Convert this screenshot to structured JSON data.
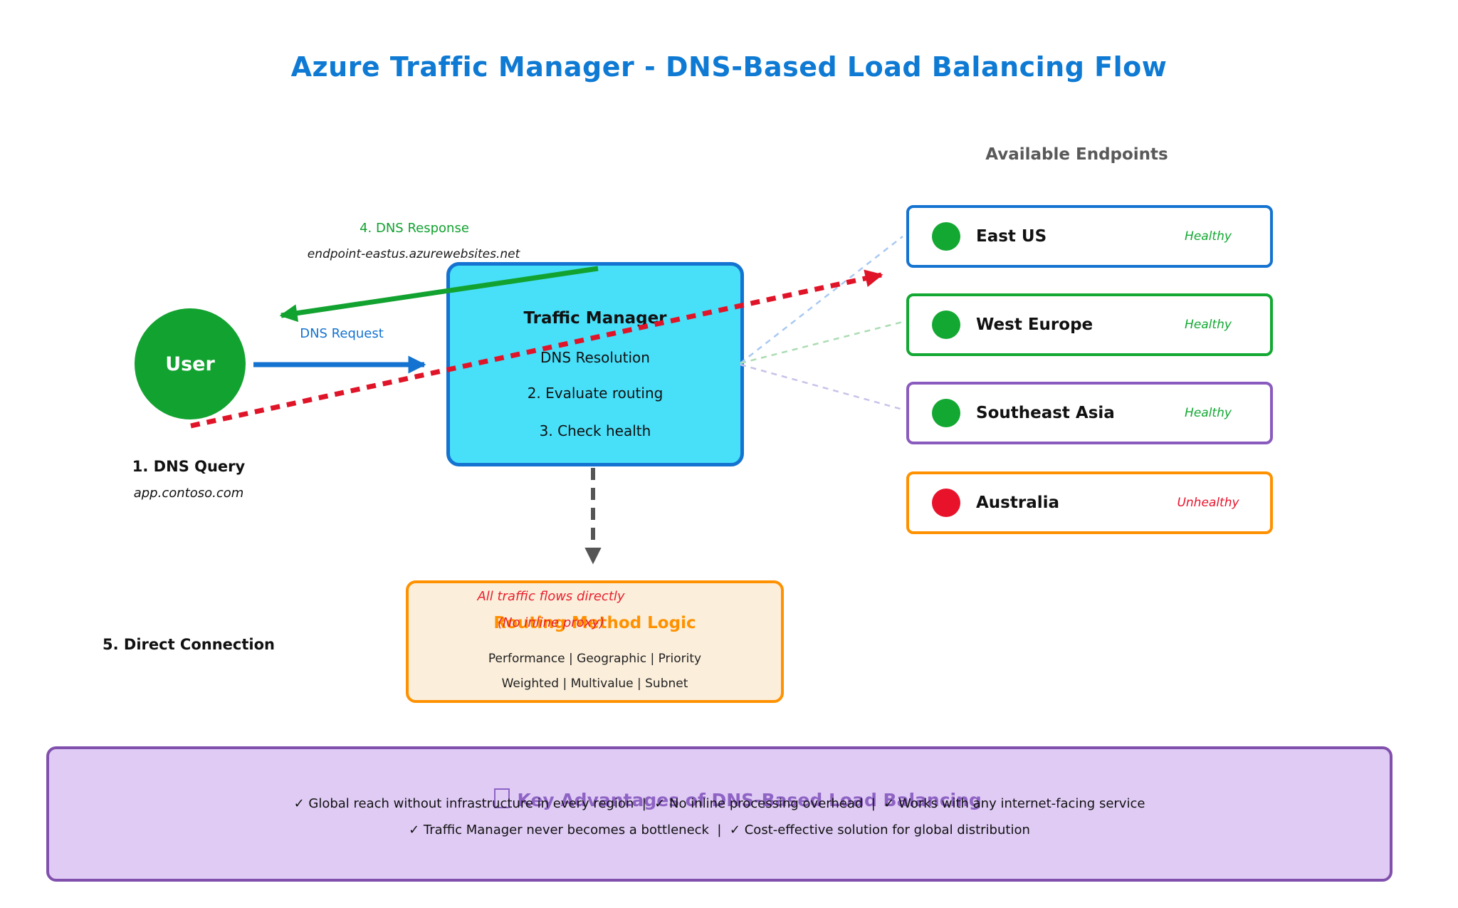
{
  "title": "Azure Traffic Manager - DNS-Based Load Balancing Flow",
  "theme": {
    "title_color": "#0e7ad3",
    "heading_color": "#595959"
  },
  "user_node": {
    "label": "User",
    "color": "#12a230"
  },
  "flow": {
    "dns_query_step": "1. DNS Query",
    "dns_query_domain": "app.contoso.com",
    "dns_request_label": "DNS Request",
    "dns_response_step": "4. DNS Response",
    "dns_response_value": "endpoint-eastus.azurewebsites.net",
    "direct_connection_step": "5. Direct Connection",
    "direct_note_line1": "All traffic flows directly",
    "direct_note_line2": "(No inline proxy)",
    "note_color": "#e8212f"
  },
  "traffic_manager": {
    "title": "Traffic Manager",
    "steps": [
      "DNS Resolution",
      "2. Evaluate routing",
      "3. Check health"
    ],
    "fill": "#48dff9",
    "border": "#1473d0"
  },
  "endpoints_panel": {
    "heading": "Available Endpoints",
    "endpoints": [
      {
        "name": "East US",
        "status": "Healthy",
        "border_color": "#1473d0",
        "dot_color": "#12a832",
        "status_color": "#12a832"
      },
      {
        "name": "West Europe",
        "status": "Healthy",
        "border_color": "#12a832",
        "dot_color": "#12a832",
        "status_color": "#12a832"
      },
      {
        "name": "Southeast Asia",
        "status": "Healthy",
        "border_color": "#8a5bbe",
        "dot_color": "#12a832",
        "status_color": "#12a832"
      },
      {
        "name": "Australia",
        "status": "Unhealthy",
        "border_color": "#ff9100",
        "dot_color": "#e8132b",
        "status_color": "#e8132b"
      }
    ]
  },
  "routing_logic": {
    "title": "Routing Method Logic",
    "methods_row1": "Performance | Geographic | Priority",
    "methods_row2": "Weighted | Multivalue | Subnet",
    "fill": "#fbeedb",
    "border": "#ff9100",
    "title_color": "#ff9100"
  },
  "advantages": {
    "icon": "key-icon",
    "title": "Key Advantages of DNS-Based Load Balancing",
    "line1": "✓ Global reach without infrastructure in every region  |  ✓ No inline processing overhead  |  ✓ Works with any internet-facing service",
    "line2": "✓ Traffic Manager never becomes a bottleneck  |  ✓ Cost-effective solution for global distribution",
    "fill": "#dfcbf4",
    "border": "#8150ad",
    "title_color": "#8e63c4"
  },
  "colors": {
    "dns_request": "#1473d0",
    "dns_response": "#12a230",
    "direct_connection": "#e01428",
    "evaluation_arrow": "#555555",
    "fan_blue": "#a9c9f1",
    "fan_green": "#aadcb2",
    "fan_purple": "#cac1e9"
  }
}
